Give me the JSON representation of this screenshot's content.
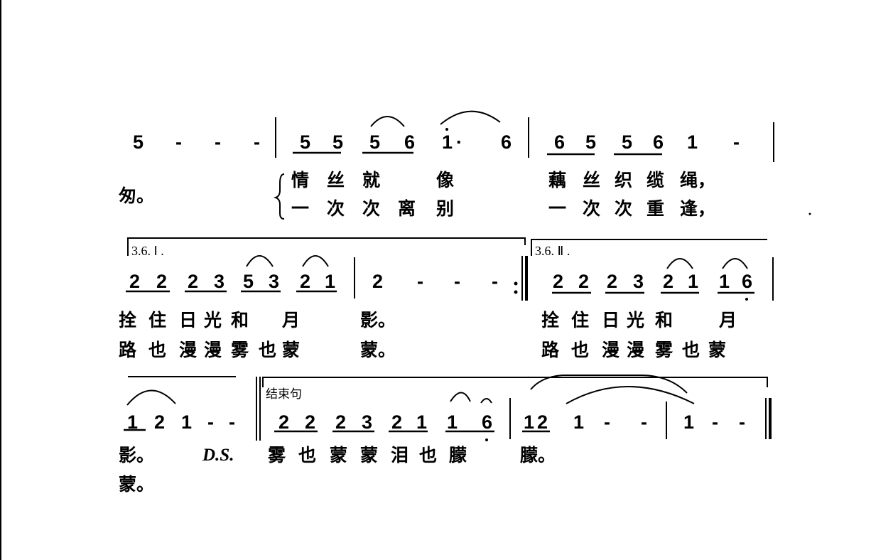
{
  "rows": [
    {
      "notes": [
        "5",
        "-",
        "-",
        "-",
        "5",
        "5",
        "5",
        "6",
        "1",
        "·",
        "6",
        "6",
        "5",
        "5",
        "6",
        "1",
        "-"
      ],
      "octave_high": [
        8
      ],
      "octave_low": [],
      "lyrics_side": "匆。",
      "lyrics_a": [
        "情",
        "丝",
        "就",
        "像",
        "藕",
        "丝",
        "织",
        "缆",
        "绳，"
      ],
      "lyrics_b": [
        "一",
        "次",
        "次",
        "离",
        "别",
        "一",
        "次",
        "次",
        "重",
        "逢，"
      ]
    },
    {
      "volta_1": "3.6. Ⅰ .",
      "volta_2": "3.6. Ⅱ .",
      "notes": [
        "2",
        "2",
        "2",
        "3",
        "5",
        "3",
        "2",
        "1",
        "2",
        "-",
        "-",
        "-",
        "2",
        "2",
        "2",
        "3",
        "2",
        "1",
        "1",
        "6"
      ],
      "octave_high": [],
      "octave_low": [
        19
      ],
      "lyrics_a": [
        "拴",
        "住",
        "日",
        "光",
        "和",
        "月",
        "影。",
        "拴",
        "住",
        "日",
        "光",
        "和",
        "月"
      ],
      "lyrics_b": [
        "路",
        "也",
        "漫",
        "漫",
        "雾",
        "也",
        "蒙",
        "蒙。",
        "路",
        "也",
        "漫",
        "漫",
        "雾",
        "也",
        "蒙"
      ]
    },
    {
      "ending_label": "结束句",
      "notes": [
        "1",
        "2",
        "1",
        "-",
        "-",
        "2",
        "2",
        "2",
        "3",
        "2",
        "1",
        "1",
        "6",
        "1",
        "2",
        "1",
        "-",
        "-",
        "1",
        "-",
        "-"
      ],
      "octave_high": [],
      "octave_low": [
        12
      ],
      "lyrics_a": [
        "影。",
        "D.S.",
        "雾",
        "也",
        "蒙",
        "蒙",
        "泪",
        "也",
        "朦",
        "朦。"
      ],
      "lyrics_b": [
        "蒙。"
      ]
    }
  ]
}
